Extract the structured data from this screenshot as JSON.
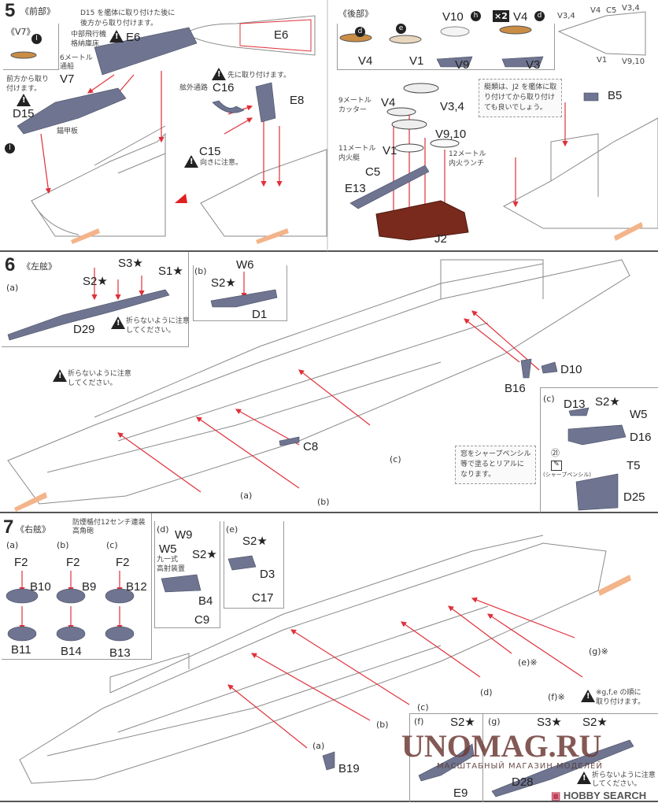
{
  "colors": {
    "part": "#6f7590",
    "arrow": "#e0303a",
    "hull_outline": "#8a8a8a",
    "brown_base": "#7a2a1c",
    "boat_wood": "#c98d45",
    "watermark": "#6e3c37"
  },
  "step5": {
    "number": "5",
    "section_front": "《前部》",
    "v7_box": "《V7》",
    "note_d15": [
      "D15 を艦体に取り付けた後に",
      "後方から取り付けます。"
    ],
    "hangar_floor": [
      "中部飛行機",
      "格納庫床"
    ],
    "labels": {
      "e6": "E6",
      "e6_top": "E6",
      "boat6m": [
        "6メートル",
        "通船"
      ],
      "v7": "V7",
      "d15": "D15",
      "front_note": [
        "前方から取り",
        "付けます。"
      ],
      "anchor_deck": "錨甲板",
      "attach_first": "先に取り付けます。",
      "outboard": "舷外通路",
      "c16": "C16",
      "e8": "E8",
      "c15": "C15",
      "orientation": "向きに注意。"
    },
    "rear": {
      "section": "《後部》",
      "v4a": "V4",
      "v1": "V1",
      "v10": "V10",
      "v9": "V9",
      "x2": "×2",
      "v4b": "V4",
      "v3": "V3",
      "badges": {
        "d1": "d",
        "e": "e",
        "h": "h",
        "d2": "d"
      },
      "top": {
        "v34a": "V3,4",
        "v4": "V4",
        "c5": "C5",
        "v34b": "V3,4",
        "v1": "V1",
        "v910": "V9,10"
      },
      "cutter": [
        "9メートル",
        "カッター"
      ],
      "v4": "V4",
      "v34": "V3,4",
      "v910": "V9,10",
      "launch11": [
        "11メートル",
        "内火艇"
      ],
      "v1b": "V1",
      "launch12": [
        "12メートル",
        "内火ランチ"
      ],
      "c5": "C5",
      "e13": "E13",
      "j2": "J2",
      "note": [
        "艇類は、J2 を艦体に取",
        "り付けてから取り付け",
        "ても良いでしょう。"
      ],
      "b5": "B5"
    }
  },
  "step6": {
    "number": "6",
    "section": "《左舷》",
    "a": {
      "tag": "(a)",
      "s2": "S2★",
      "s3": "S3★",
      "s1": "S1★",
      "d29": "D29",
      "warn": [
        "折らないように注意",
        "してください。"
      ]
    },
    "b": {
      "tag": "(b)",
      "w6": "W6",
      "s2": "S2★",
      "d1": "D1"
    },
    "hull_warn": [
      "折らないように注意",
      "してください。"
    ],
    "c8": "C8",
    "a_ref": "(a)",
    "b_ref": "(b)",
    "c_ref": "(c)",
    "d10": "D10",
    "b16": "B16",
    "c": {
      "tag": "(c)",
      "d13": "D13",
      "s2": "S2★",
      "w5": "W5",
      "d16": "D16",
      "t5": "T5",
      "d25": "D25",
      "paint_num": "㉑",
      "pencil": "(シャープペンシル)",
      "note": [
        "窓をシャープペンシル",
        "等で塗るとリアルに",
        "なります。"
      ]
    }
  },
  "step7": {
    "number": "7",
    "section": "《右舷》",
    "gun_title": "防煙楯付12センチ連装高角砲",
    "a": {
      "tag": "(a)",
      "f2": "F2",
      "top": "B10",
      "base": "B11"
    },
    "b": {
      "tag": "(b)",
      "f2": "F2",
      "top": "B9",
      "base": "B14"
    },
    "c": {
      "tag": "(c)",
      "f2": "F2",
      "top": "B12",
      "base": "B13"
    },
    "d": {
      "tag": "(d)",
      "w9": "W9",
      "w5": "W5",
      "director": [
        "九一式",
        "高射装置"
      ],
      "s2": "S2★",
      "b4": "B4",
      "c9": "C9"
    },
    "e": {
      "tag": "(e)",
      "s2": "S2★",
      "d3": "D3",
      "c17": "C17"
    },
    "refs": {
      "a": "(a)",
      "b19": "B19",
      "b": "(b)",
      "c": "(c)",
      "d": "(d)",
      "e": "(e)※",
      "g": "(g)※",
      "f": "(f)※"
    },
    "order_note": [
      "※g,f,e の順に",
      "取り付けます。"
    ],
    "f_box": {
      "tag": "(f)",
      "s2": "S2★",
      "e9": "E9"
    },
    "g_box": {
      "tag": "(g)",
      "s3": "S3★",
      "s2": "S2★",
      "d28": "D28",
      "warn": [
        "折らないように注意",
        "してください。"
      ]
    }
  },
  "watermark": {
    "site": "UNOMAG.RU",
    "tagline": "МАСШТАБНЫЙ МАГАЗИН МОДЕЛЕЙ",
    "source": "HOBBY SEARCH"
  }
}
